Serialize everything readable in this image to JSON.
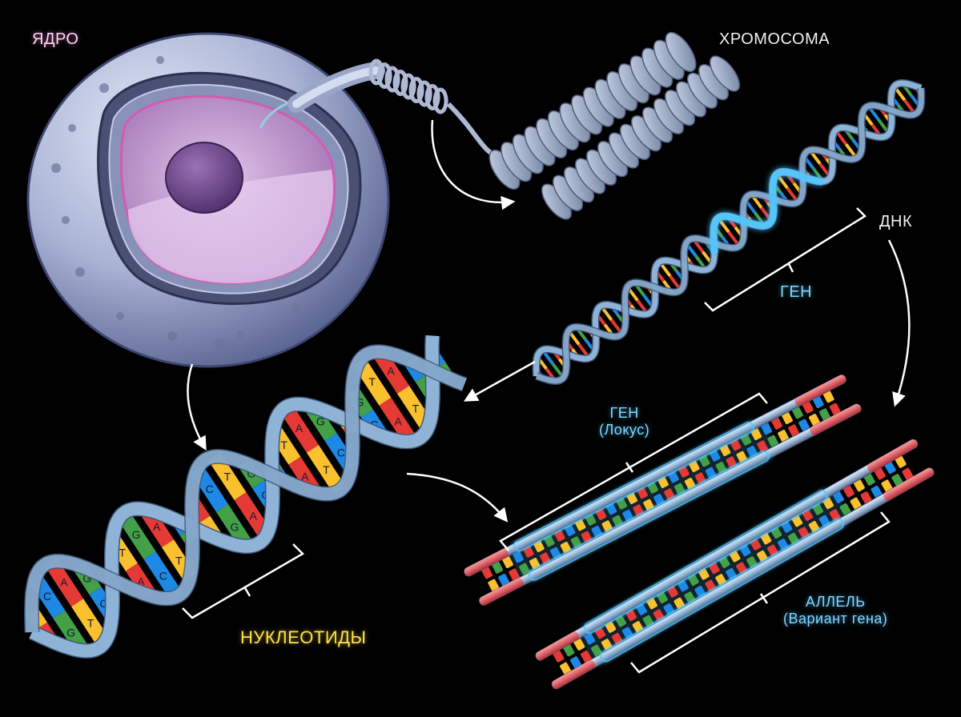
{
  "labels": {
    "nucleus": "ЯДРО",
    "chromosome": "ХРОМОСОМА",
    "dna": "ДНК",
    "gene_top": "ГЕН",
    "gene_locus": "ГЕН",
    "locus": "(Локус)",
    "nucleotides": "НУКЛЕОТИДЫ",
    "allele": "АЛЛЕЛЬ",
    "allele_variant": "(Вариант гена)"
  },
  "bases": {
    "letters": [
      "A",
      "T",
      "G",
      "C"
    ],
    "helix_letters": [
      "A",
      "G",
      "T",
      "C",
      "A",
      "T",
      "G",
      "A",
      "C",
      "T",
      "G",
      "A",
      "C",
      "G",
      "T",
      "A",
      "G",
      "T",
      "C",
      "A",
      "T",
      "G",
      "C",
      "T"
    ]
  },
  "colors": {
    "background": "#000000",
    "adenine": "#e53935",
    "thymine": "#fbc02d",
    "guanine": "#43a047",
    "cytosine": "#1e88e5",
    "backbone": "#8fb3d6",
    "nucleus_shell": "#b8c3e0",
    "nucleoplasm": "#b98cc8",
    "highlight_gene": "#53c8ff",
    "label_nucleotides": "#ffe24d"
  }
}
